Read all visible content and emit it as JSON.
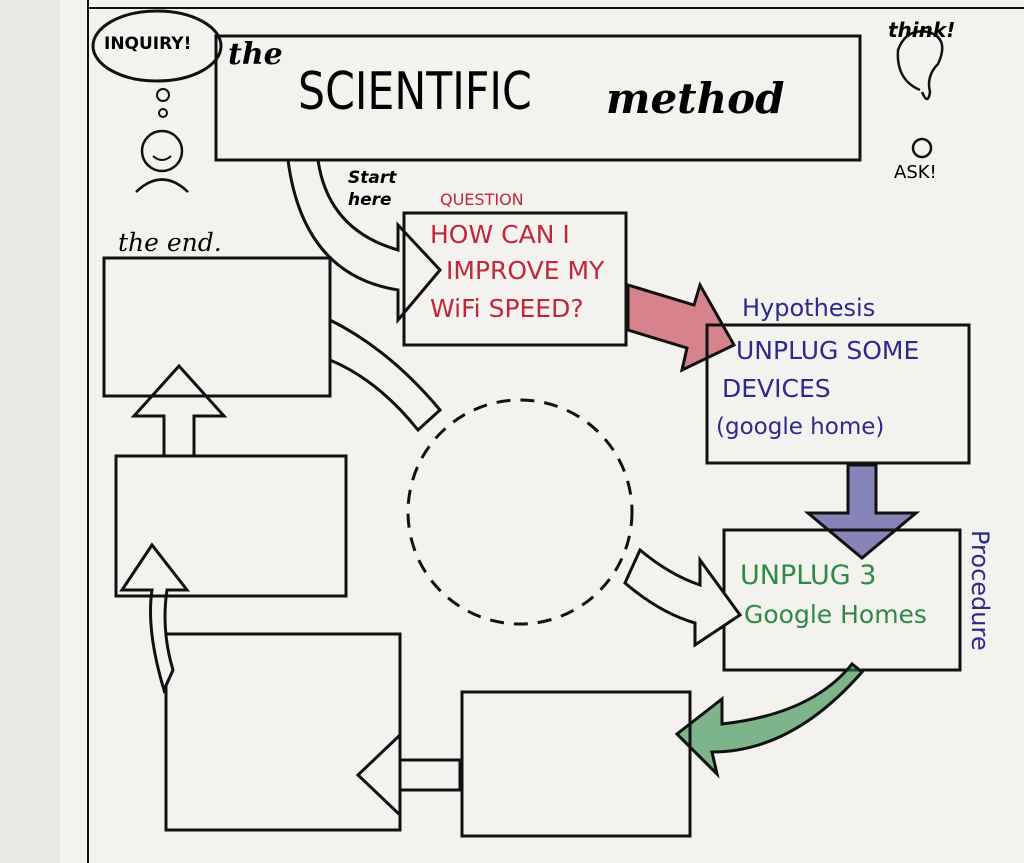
{
  "header": {
    "badge": "INQUIRY!",
    "title_prefix": "the",
    "title_main": "SCIENTIFIC",
    "title_suffix": "method",
    "think": "think!",
    "ask": "ASK!"
  },
  "start": {
    "label_line1": "Start",
    "label_line2": "here"
  },
  "question": {
    "label": "QUESTION",
    "line1": "HOW CAN I",
    "line2": "IMPROVE MY",
    "line3": "WiFi SPEED?"
  },
  "hypothesis": {
    "label": "Hypothesis",
    "line1": "UNPLUG SOME",
    "line2": "DEVICES",
    "line3": "(google home)"
  },
  "procedure": {
    "label": "Procedure",
    "line1": "UNPLUG 3",
    "line2": "Google Homes"
  },
  "end": {
    "label": "the end."
  },
  "colors": {
    "question": "#c0283a",
    "hypothesis": "#2c2a8a",
    "procedure": "#2e8a45",
    "ink": "#111111"
  }
}
